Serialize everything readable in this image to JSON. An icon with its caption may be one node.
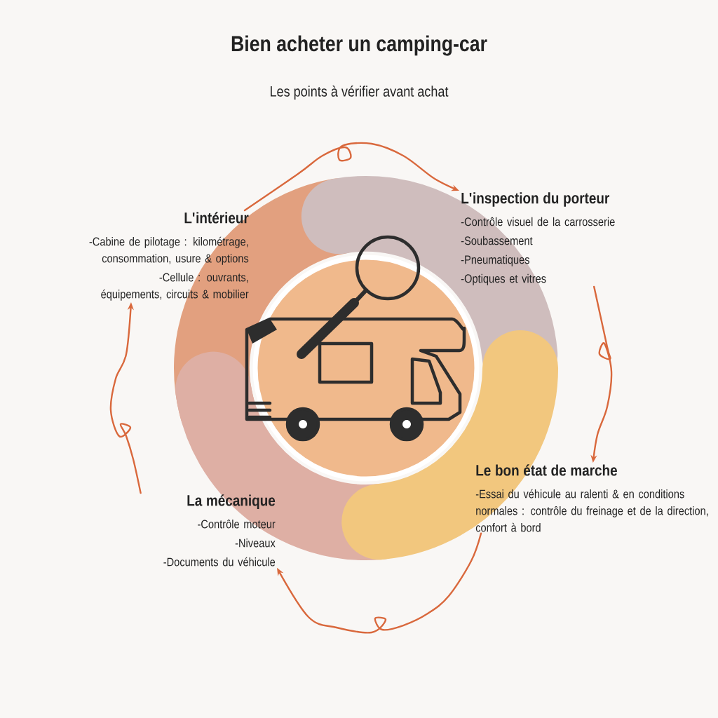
{
  "diagram": {
    "title": "Bien acheter un camping-car",
    "nodes": [
      {
        "text": [
          "L'intérieur",
          "-Cabine de pilotage : kilométrage, consommation, usure & options",
          "-Cellule : ouvrants, équipements, circuits & mobilier"
        ]
      },
      {
        "text": [
          "L'inspection du porteur",
          "-Contrôle visuel de la carrosserie",
          "-Soubassement",
          "-Pneumatiques",
          "-Optiques et vitres"
        ]
      },
      {
        "text": [
          "La mécanique",
          "-Contrôle moteur",
          "-Niveaux",
          "-Documents du véhicule"
        ]
      },
      {
        "text": [
          "Le bon état de marche",
          "-Essai du véhicule au ralenti & en conditions normales : contrôle du freinage et de la direction, confort à bord"
        ]
      }
    ],
    "edges": [
      {
        "from": 0,
        "to": 1,
        "arrow": "to"
      },
      {
        "from": 1,
        "to": 3,
        "arrow": "to"
      },
      {
        "from": 3,
        "to": 2,
        "arrow": "to"
      },
      {
        "from": 2,
        "to": 0,
        "arrow": "to"
      }
    ],
    "labels": [
      "Les points à vérifier avant achat"
    ]
  }
}
